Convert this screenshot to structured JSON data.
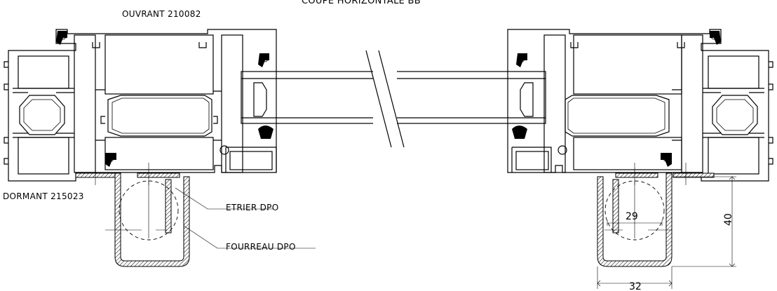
{
  "title": "COUPE HORIZONTALE BB",
  "labels": {
    "ouvrant": "OUVRANT 210082",
    "dormant": "DORMANT 215023",
    "etrier": "ETRIER DPO",
    "fourreau": "FOURREAU DPO"
  },
  "dimensions": {
    "diameter": "29",
    "height": "40",
    "width": "32"
  },
  "colors": {
    "line": "#000000",
    "background": "#ffffff"
  }
}
